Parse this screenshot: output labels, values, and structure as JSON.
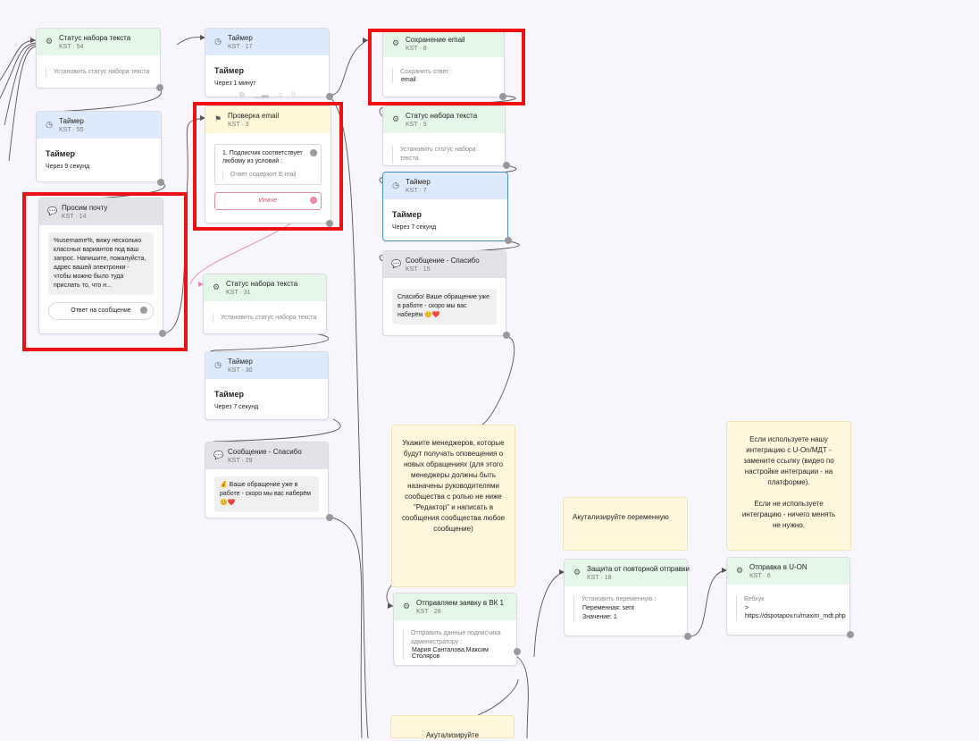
{
  "nodes": {
    "n54": {
      "title": "Статус набора текста",
      "sub": "KST · 54",
      "body": "Установить статус набора текста"
    },
    "n55": {
      "title": "Таймер",
      "sub": "KST · 55",
      "big": "Таймер",
      "body": "Через 9 секунд"
    },
    "n14": {
      "title": "Просим почту",
      "sub": "KST · 14",
      "msg": "%username%, вижу несколько классных вариантов под ваш запрос. Напишите, пожалуйста, адрес вашей электронки - чтобы можно было туда прислать то, что н...",
      "button": "Ответ на сообщение"
    },
    "n17": {
      "title": "Таймер",
      "sub": "KST · 17",
      "big": "Таймер",
      "body": "Через 1 минут"
    },
    "n3": {
      "title": "Проверка email",
      "sub": "KST · 3",
      "cond": "1. Подписчик соответствует любому из условий :",
      "cond_item": "Ответ содержит E mail",
      "else": "Иначе"
    },
    "n31": {
      "title": "Статус набора текста",
      "sub": "KST · 31",
      "body": "Установить статус набора текста"
    },
    "n30": {
      "title": "Таймер",
      "sub": "KST · 30",
      "big": "Таймер",
      "body": "Через 7 секунд"
    },
    "n29": {
      "title": "Сообщение - Спасибо",
      "sub": "KST · 29",
      "msg": "💰 Ваше обращение уже в работе - скоро мы вас наберём 😊❤️"
    },
    "n8": {
      "title": "Сохранение email",
      "sub": "KST · 8",
      "label": "Сохранить ответ :",
      "value": "email"
    },
    "n9": {
      "title": "Статус набора текста",
      "sub": "KST · 9",
      "body": "Установить статус набора текста"
    },
    "n7": {
      "title": "Таймер",
      "sub": "KST · 7",
      "big": "Таймер",
      "body": "Через 7 секунд"
    },
    "n15": {
      "title": "Сообщение - Спасибо",
      "sub": "KST · 15",
      "msg": "Спасибо! Ваше обращение уже в работе - скоро мы вас наберём 😊❤️"
    },
    "n28": {
      "title": "Отправляем заявку в ВК 1",
      "sub": "KST · 28",
      "label": "Отправить данные подписчика администратору :",
      "value": "Мария Санталова,Максим Столяров"
    },
    "n18": {
      "title": "Защита от повторной отправки",
      "sub": "KST · 18",
      "label": "Установить переменную :",
      "line1": "Переменная: sent",
      "line2": "Значение: 1"
    },
    "n6": {
      "title": "Отправка в U-ON",
      "sub": "KST · 6",
      "label": "Вебхук",
      "arrow": ">",
      "value": "https://dspotapov.ru/maxim_mdt.php"
    }
  },
  "notes": {
    "managers": "Укажите менеджеров, которые будут получать оповещения о новых обращениях (для этого менеджеры должны быть назначены руководителями сообщества с ролью не ниже \"Редактор\" и написать в сообщения сообщества любое сообщение)",
    "actualize": "Акутализируйте переменную",
    "uon": "Если используете нашу интеграцию с U-On/МДТ - замените ссылку (видео по настройке интеграции - на платформе).",
    "uon2": "Если не используете интеграцию - ничего менять не нужно.",
    "bottom": "Акутализируйте"
  },
  "colors": {
    "highlight": "#ee1111",
    "green_header": "#e3f6e8",
    "blue_header": "#dceafb",
    "yellow_header": "#fff8d8",
    "gray_header": "#e1e3e8",
    "note": "#fff7dc"
  },
  "icons": {
    "action": "gears-icon",
    "timer": "clock-icon",
    "message": "chat-bubble-icon",
    "condition": "flag-icon"
  }
}
